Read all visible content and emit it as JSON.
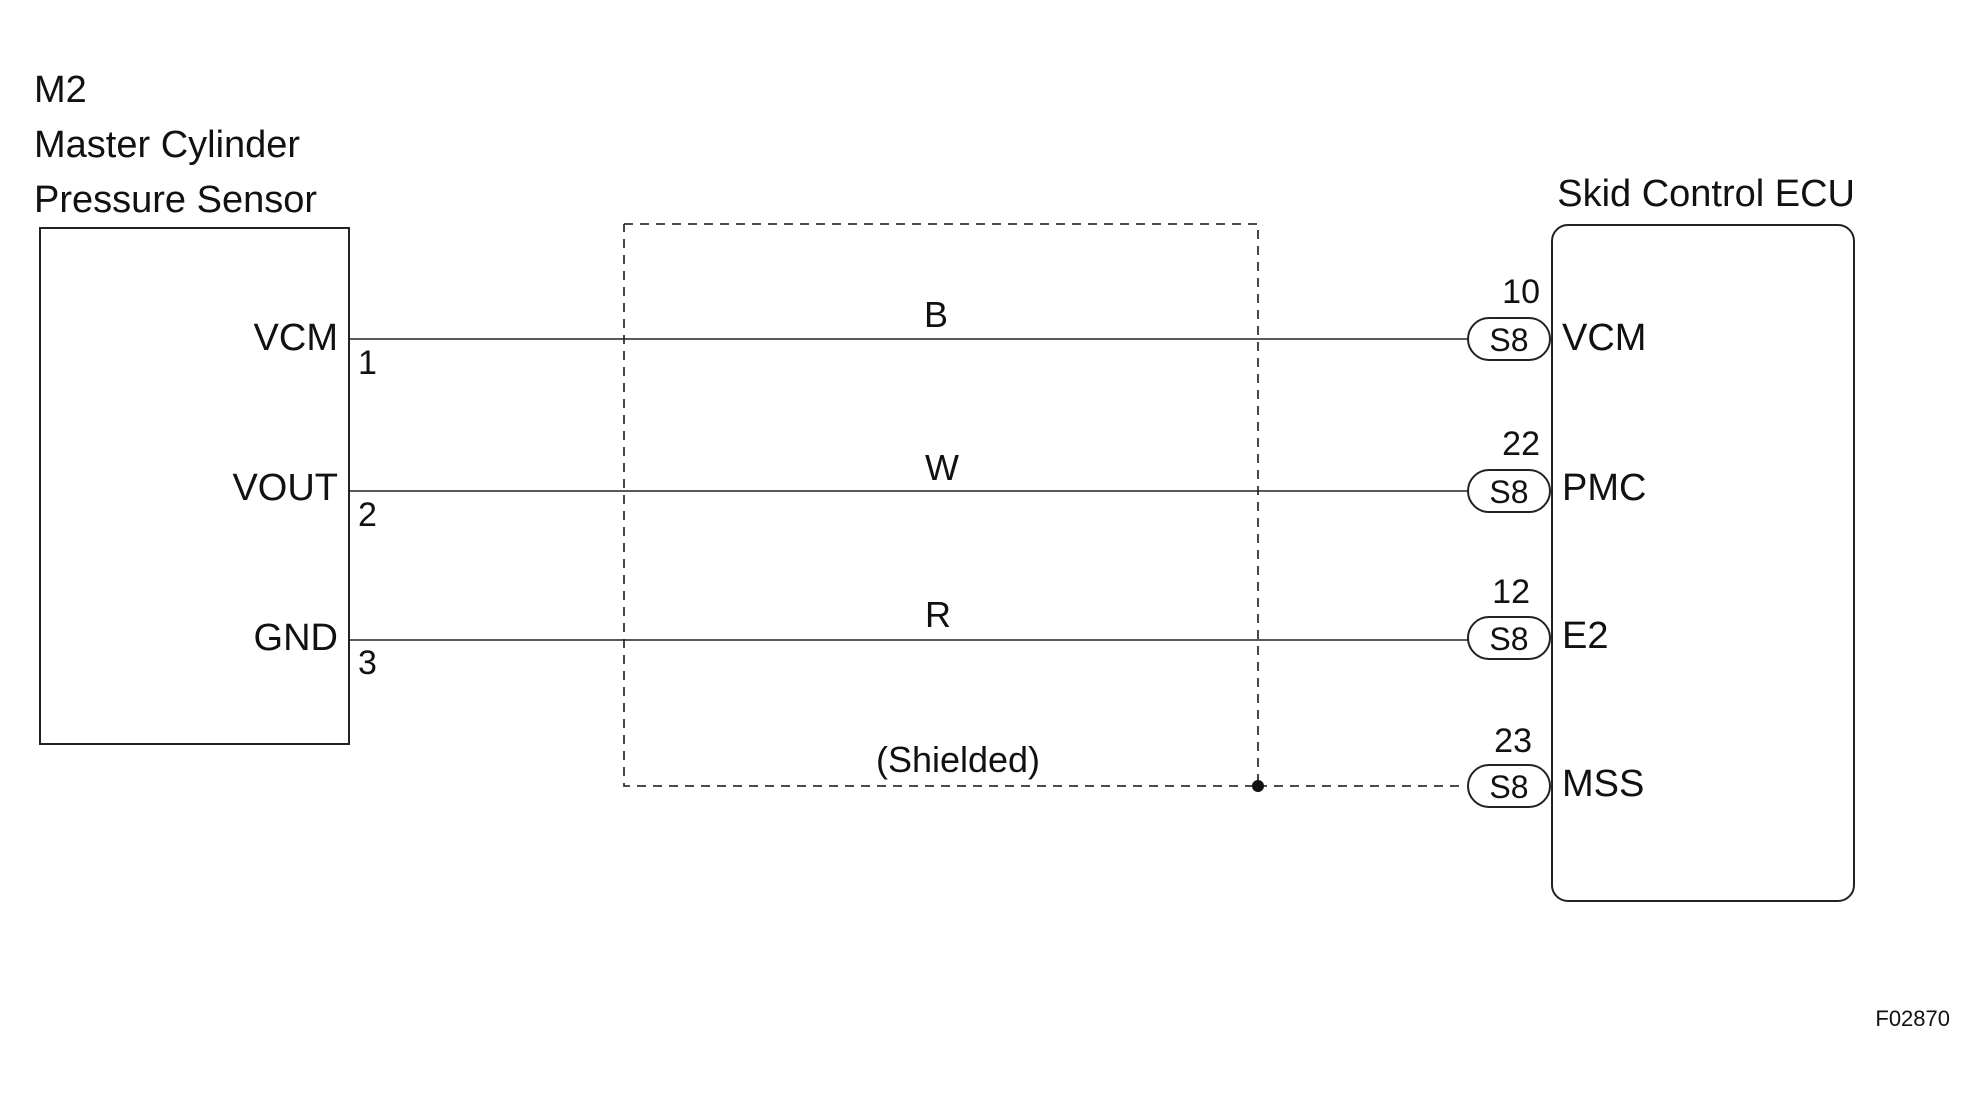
{
  "sensor": {
    "code": "M2",
    "name_line1": "Master Cylinder",
    "name_line2": "Pressure Sensor",
    "pins": [
      {
        "label": "VCM",
        "number": "1"
      },
      {
        "label": "VOUT",
        "number": "2"
      },
      {
        "label": "GND",
        "number": "3"
      }
    ]
  },
  "ecu": {
    "name": "Skid Control ECU",
    "terminals": [
      {
        "number": "10",
        "connector": "S8",
        "label": "VCM"
      },
      {
        "number": "22",
        "connector": "S8",
        "label": "PMC"
      },
      {
        "number": "12",
        "connector": "S8",
        "label": "E2"
      },
      {
        "number": "23",
        "connector": "S8",
        "label": "MSS"
      }
    ]
  },
  "wires": [
    {
      "color_code": "B"
    },
    {
      "color_code": "W"
    },
    {
      "color_code": "R"
    }
  ],
  "shield": {
    "label": "(Shielded)"
  },
  "figure_code": "F02870"
}
